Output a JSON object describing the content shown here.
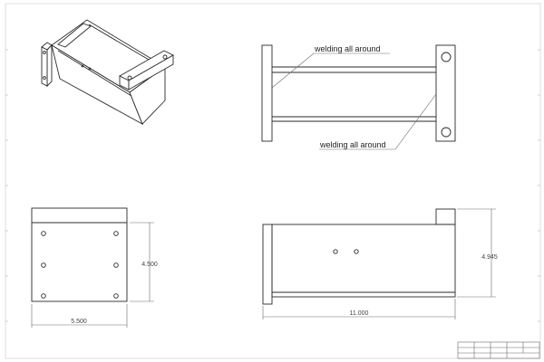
{
  "drawing": {
    "callouts": [
      "welding all around",
      "welding all around"
    ],
    "dimensions": {
      "front_width": "5.500",
      "front_height": "4.500",
      "side_length": "11.000",
      "side_height": "4.945"
    }
  }
}
